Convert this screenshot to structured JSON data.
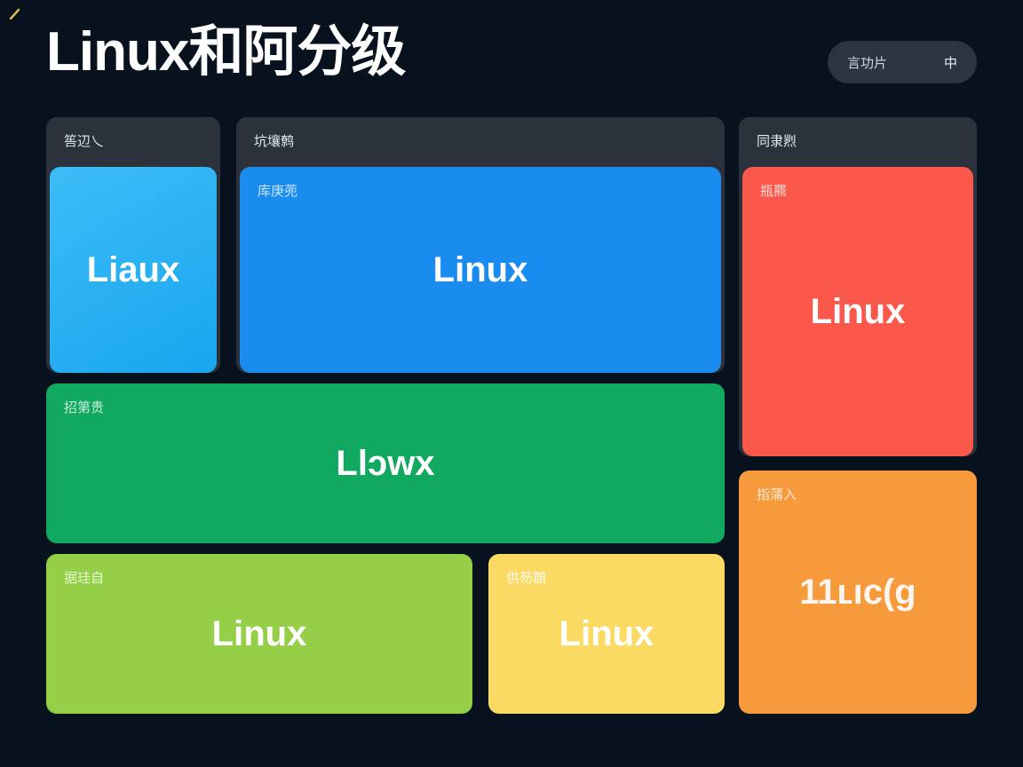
{
  "header": {
    "title": "Linux和阿分级",
    "language_switcher": {
      "label": "言功片",
      "value": "中"
    }
  },
  "panels": [
    {
      "id": "primary",
      "header": "筶辺乀",
      "card": {
        "label": "",
        "text": "Liaux",
        "color": "#18a5ef"
      }
    },
    {
      "id": "secondary",
      "header": "坑壤鹩",
      "card": {
        "label": "库庚蔸",
        "text": "Linux",
        "color": "#1a8cf0"
      }
    },
    {
      "id": "tertiary",
      "header": "同隶煭",
      "card": {
        "label": "瓶羆",
        "text": "Linux",
        "color": "#fb584c"
      }
    }
  ],
  "cards": [
    {
      "id": "emerald",
      "label": "招第贵",
      "text": "Llɔwx",
      "color": "#11a85f"
    },
    {
      "id": "lime",
      "label": "据珪自",
      "text": "Linux",
      "color": "#95cf48"
    },
    {
      "id": "amber",
      "label": "供芴頵",
      "text": "Linux",
      "color": "#fada62"
    },
    {
      "id": "orange",
      "label": "指蒲入",
      "text": "11ʟıc(g",
      "color": "#f79a3c"
    }
  ]
}
